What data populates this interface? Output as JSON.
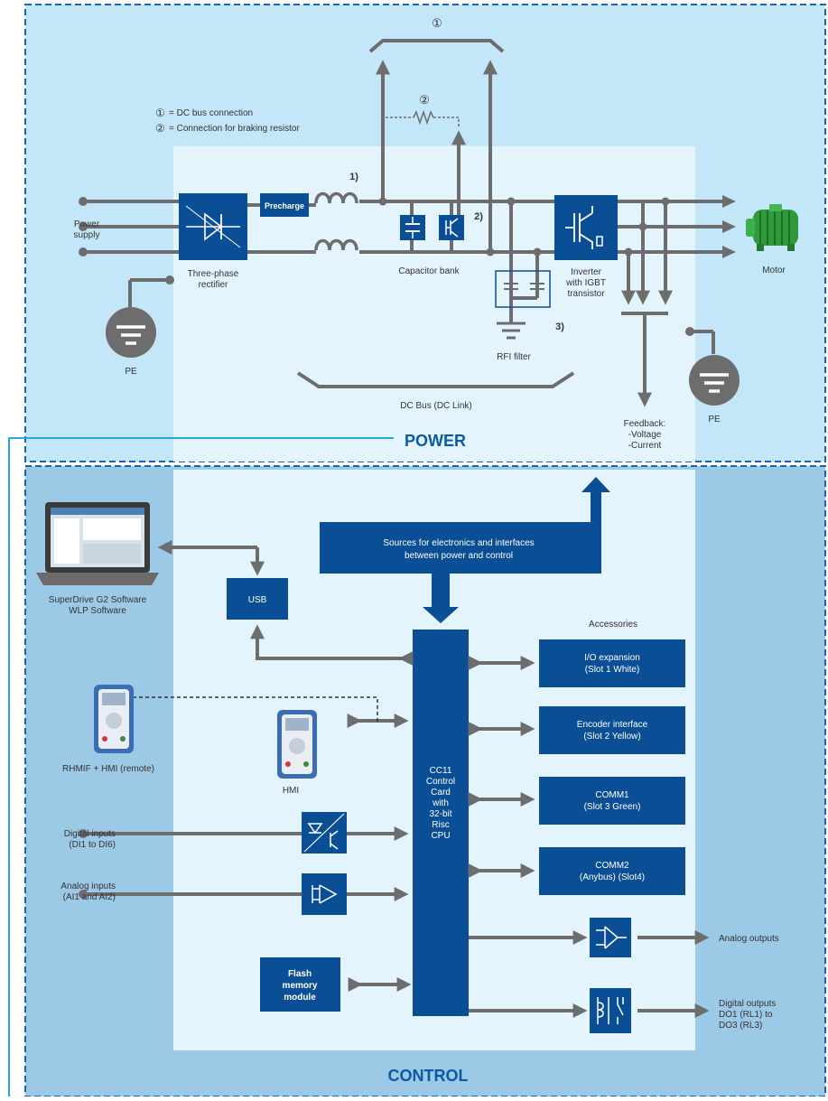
{
  "power": {
    "title": "POWER",
    "legend_1_num": "①",
    "legend_1": "= DC bus connection",
    "legend_2_num": "②",
    "legend_2": "= Connection for braking resistor",
    "bus_marker_1": "①",
    "resistor_marker_2": "②",
    "power_supply_1": "Power",
    "power_supply_2": "supply",
    "rectifier_1": "Three-phase",
    "rectifier_2": "rectifier",
    "precharge": "Precharge",
    "note_1": "1)",
    "note_2": "2)",
    "note_3": "3)",
    "capacitor_bank": "Capacitor bank",
    "inverter_1": "Inverter",
    "inverter_2": "with IGBT",
    "inverter_3": "transistor",
    "motor": "Motor",
    "pe_left": "PE",
    "pe_right": "PE",
    "rfi_filter": "RFI filter",
    "dc_bus": "DC Bus (DC Link)",
    "feedback_1": "Feedback:",
    "feedback_2": "-Voltage",
    "feedback_3": "-Current"
  },
  "control": {
    "title": "CONTROL",
    "sources_1": "Sources for electronics and interfaces",
    "sources_2": "between power and control",
    "software_1": "SuperDrive G2 Software",
    "software_2": "WLP Software",
    "usb": "USB",
    "accessories": "Accessories",
    "io_1": "I/O expansion",
    "io_2": "(Slot 1 White)",
    "enc_1": "Encoder interface",
    "enc_2": "(Slot 2 Yellow)",
    "comm1_1": "COMM1",
    "comm1_2": "(Slot 3 Green)",
    "comm2_1": "COMM2",
    "comm2_2": "(Anybus) (Slot4)",
    "cpu": [
      "CC11",
      "Control",
      "Card",
      "with",
      "32-bit",
      "Risc",
      "CPU"
    ],
    "rhmif": "RHMIF + HMI (remote)",
    "hmi": "HMI",
    "din_1": "Digital inputs",
    "din_2": "(DI1 to DI6)",
    "ain_1": "Analog inputs",
    "ain_2": "(AI1 and AI2)",
    "flash_1": "Flash",
    "flash_2": "memory",
    "flash_3": "module",
    "aout": "Analog outputs",
    "dout_1": "Digital outputs",
    "dout_2": "DO1 (RL1) to",
    "dout_3": "DO3 (RL3)"
  },
  "colors": {
    "power_bg": "#c3e6f8",
    "control_bg": "#9cc9e6",
    "inner": "#e4f4fd",
    "blue": "#0a4f96",
    "gray": "#6d6d6d",
    "title": "#0b5aa4"
  }
}
